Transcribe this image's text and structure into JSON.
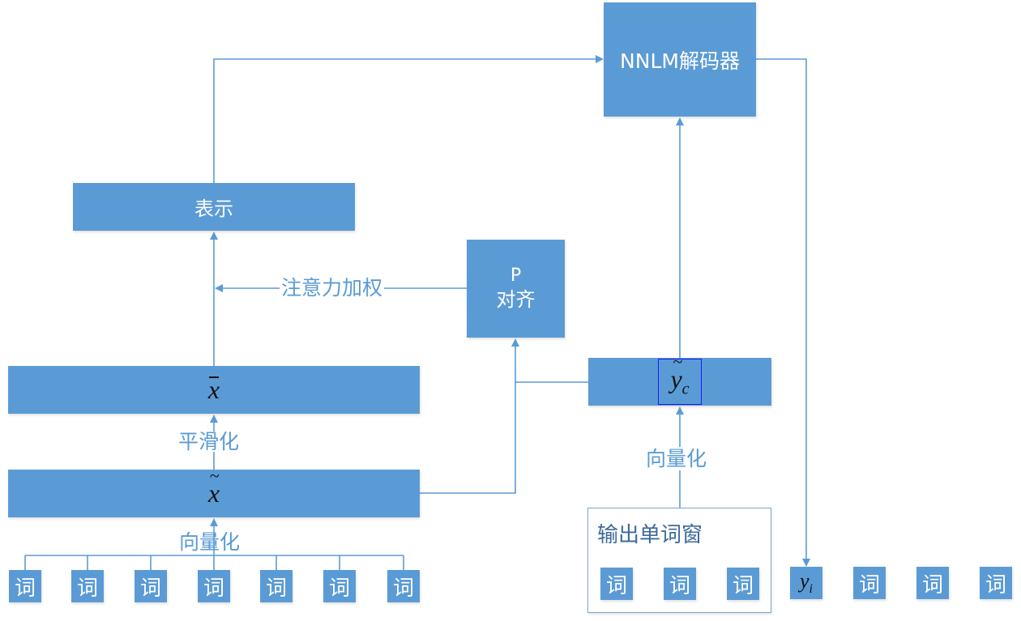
{
  "diagram": {
    "decoder": {
      "label": "NNLM解码器"
    },
    "representation": {
      "label": "表示"
    },
    "alignment": {
      "line1": "P",
      "line2": "对齐"
    },
    "x_bar": {
      "symbol": "x",
      "accent": "bar"
    },
    "x_tilde": {
      "symbol": "x",
      "accent": "tilde"
    },
    "y_tilde_c": {
      "symbol": "y",
      "subscript": "c",
      "accent": "tilde"
    },
    "edges": {
      "attention_weighting": "注意力加权",
      "smoothing": "平滑化",
      "vectorize_input": "向量化",
      "vectorize_output": "向量化"
    },
    "output_window": {
      "title": "输出单词窗",
      "words": [
        "词",
        "词",
        "词"
      ]
    },
    "input_words": [
      "词",
      "词",
      "词",
      "词",
      "词",
      "词",
      "词"
    ],
    "output_sequence": {
      "current": {
        "symbol": "y",
        "subscript": "i"
      },
      "following_words": [
        "词",
        "词",
        "词"
      ]
    },
    "colors": {
      "box_fill": "#5b9bd5",
      "line": "#5b9bd5",
      "text_on_box": "#ffffff",
      "highlight_border": "#1a1aff"
    }
  }
}
